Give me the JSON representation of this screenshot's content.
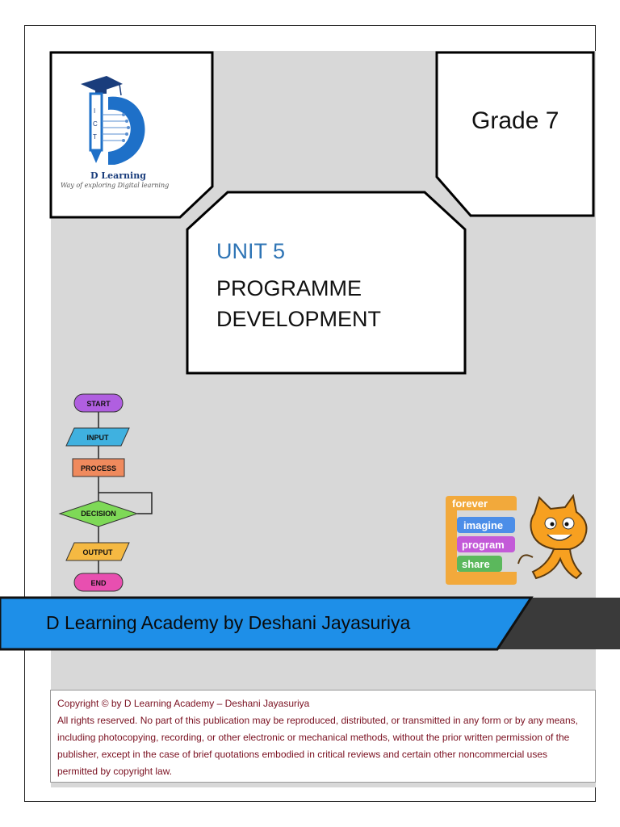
{
  "logo": {
    "brand": "D Learning",
    "tagline": "Way of exploring Digital learning",
    "letters": [
      "I",
      "C",
      "T"
    ]
  },
  "grade": "Grade 7",
  "unit": {
    "number": "UNIT 5",
    "title_line1": "PROGRAMME",
    "title_line2": "DEVELOPMENT"
  },
  "flowchart": {
    "start": "START",
    "input": "INPUT",
    "process": "PROCESS",
    "decision": "DECISION",
    "output": "OUTPUT",
    "end": "END"
  },
  "scratch": {
    "forever": "forever",
    "imagine": "imagine",
    "program": "program",
    "share": "share"
  },
  "banner": "D Learning Academy by Deshani Jayasuriya",
  "copyright": {
    "line1": "Copyright © by D Learning Academy – Deshani Jayasuriya",
    "body": "All rights reserved. No part of this publication may be reproduced, distributed, or transmitted in any form or by any means, including photocopying, recording, or other electronic or mechanical methods, without the prior written permission of the publisher, except in the case of brief quotations embodied in critical reviews and certain other noncommercial uses permitted by copyright law."
  },
  "colors": {
    "unit_blue": "#2e74b5",
    "banner_blue": "#1e8fe8",
    "banner_dark": "#3a3a3a",
    "panel_gray": "#d8d8d8",
    "copyright_red": "#7a1020"
  }
}
